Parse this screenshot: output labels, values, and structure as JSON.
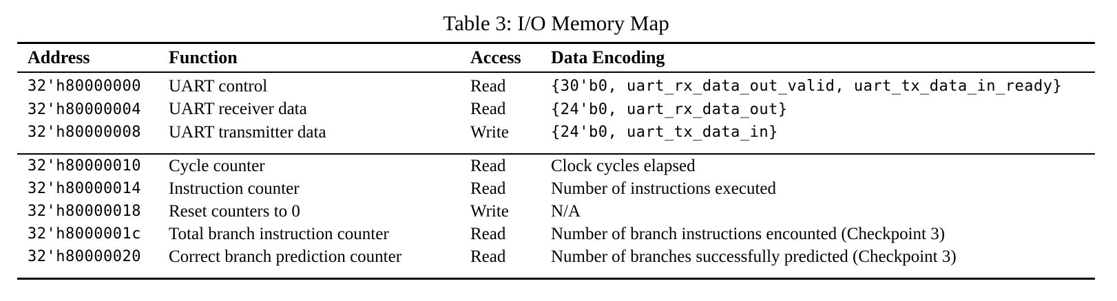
{
  "title": "Table 3: I/O Memory Map",
  "table": {
    "columns": [
      "Address",
      "Function",
      "Access",
      "Data Encoding"
    ],
    "groups": [
      {
        "rows": [
          {
            "address": "32'h80000000",
            "function": "UART control",
            "access": "Read",
            "encoding": "{30'b0, uart_rx_data_out_valid, uart_tx_data_in_ready}",
            "encoding_mono": true
          },
          {
            "address": "32'h80000004",
            "function": "UART receiver data",
            "access": "Read",
            "encoding": "{24'b0, uart_rx_data_out}",
            "encoding_mono": true
          },
          {
            "address": "32'h80000008",
            "function": "UART transmitter data",
            "access": "Write",
            "encoding": "{24'b0, uart_tx_data_in}",
            "encoding_mono": true
          }
        ]
      },
      {
        "rows": [
          {
            "address": "32'h80000010",
            "function": "Cycle counter",
            "access": "Read",
            "encoding": "Clock cycles elapsed",
            "encoding_mono": false
          },
          {
            "address": "32'h80000014",
            "function": "Instruction counter",
            "access": "Read",
            "encoding": "Number of instructions executed",
            "encoding_mono": false
          },
          {
            "address": "32'h80000018",
            "function": "Reset counters to 0",
            "access": "Write",
            "encoding": "N/A",
            "encoding_mono": false
          },
          {
            "address": "32'h8000001c",
            "function": "Total branch instruction counter",
            "access": "Read",
            "encoding": "Number of branch instructions encounted (Checkpoint 3)",
            "encoding_mono": false
          },
          {
            "address": "32'h80000020",
            "function": "Correct branch prediction counter",
            "access": "Read",
            "encoding": "Number of branches successfully predicted (Checkpoint 3)",
            "encoding_mono": false
          }
        ]
      }
    ]
  }
}
